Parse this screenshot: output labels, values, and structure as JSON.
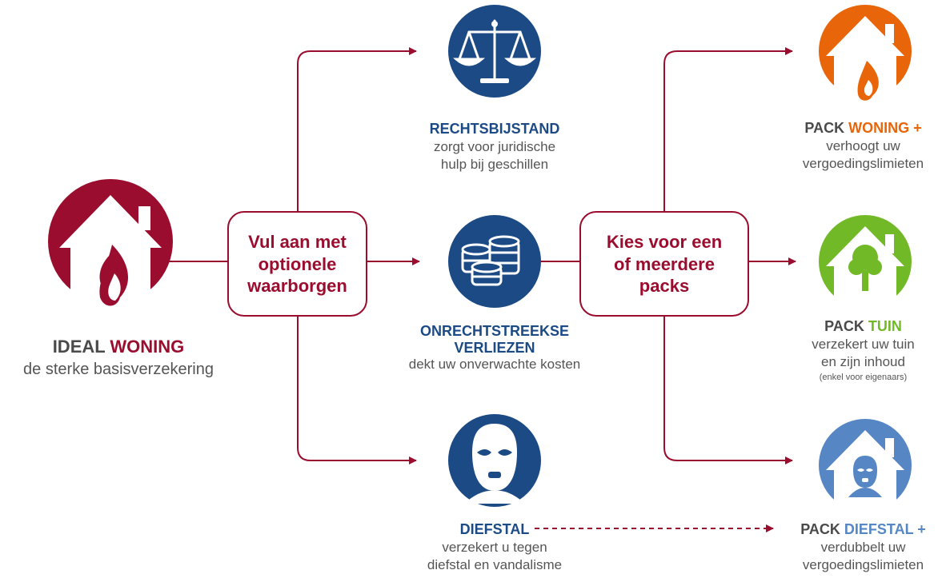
{
  "colors": {
    "red": "#9b0d2e",
    "navy": "#1b4a85",
    "orange": "#e8650a",
    "green": "#72b928",
    "lightblue": "#5686c4",
    "gray": "#555555",
    "darkgray": "#4a4a4a"
  },
  "base": {
    "title_pre": "IDEAL ",
    "title_accent": "WONING",
    "desc": "de sterke basisverzekering",
    "icon": "house-flame-icon"
  },
  "box_left": {
    "lines": [
      "Vul aan met",
      "optionele",
      "waarborgen"
    ]
  },
  "box_right": {
    "lines": [
      "Kies voor een",
      "of meerdere",
      "packs"
    ]
  },
  "options": [
    {
      "title": "RECHTSBIJSTAND",
      "desc": [
        "zorgt voor juridische",
        "hulp bij geschillen"
      ],
      "icon": "scales-icon"
    },
    {
      "title": [
        "ONRECHTSTREEKSE",
        "VERLIEZEN"
      ],
      "desc": [
        "dekt uw onverwachte kosten"
      ],
      "icon": "coins-icon"
    },
    {
      "title": "DIEFSTAL",
      "desc": [
        "verzekert u tegen",
        "diefstal en vandalisme"
      ],
      "icon": "burglar-icon"
    }
  ],
  "packs": [
    {
      "pre": "PACK ",
      "accent": "WONING +",
      "desc": [
        "verhoogt uw",
        "vergoedingslimieten"
      ],
      "icon": "house-flame-icon"
    },
    {
      "pre": "PACK ",
      "accent": "TUIN",
      "desc": [
        "verzekert uw tuin",
        "en zijn inhoud"
      ],
      "note": "(enkel voor eigenaars)",
      "icon": "house-tree-icon"
    },
    {
      "pre": "PACK ",
      "accent": "DIEFSTAL +",
      "desc": [
        "verdubbelt uw",
        "vergoedingslimieten"
      ],
      "icon": "house-burglar-icon"
    }
  ]
}
